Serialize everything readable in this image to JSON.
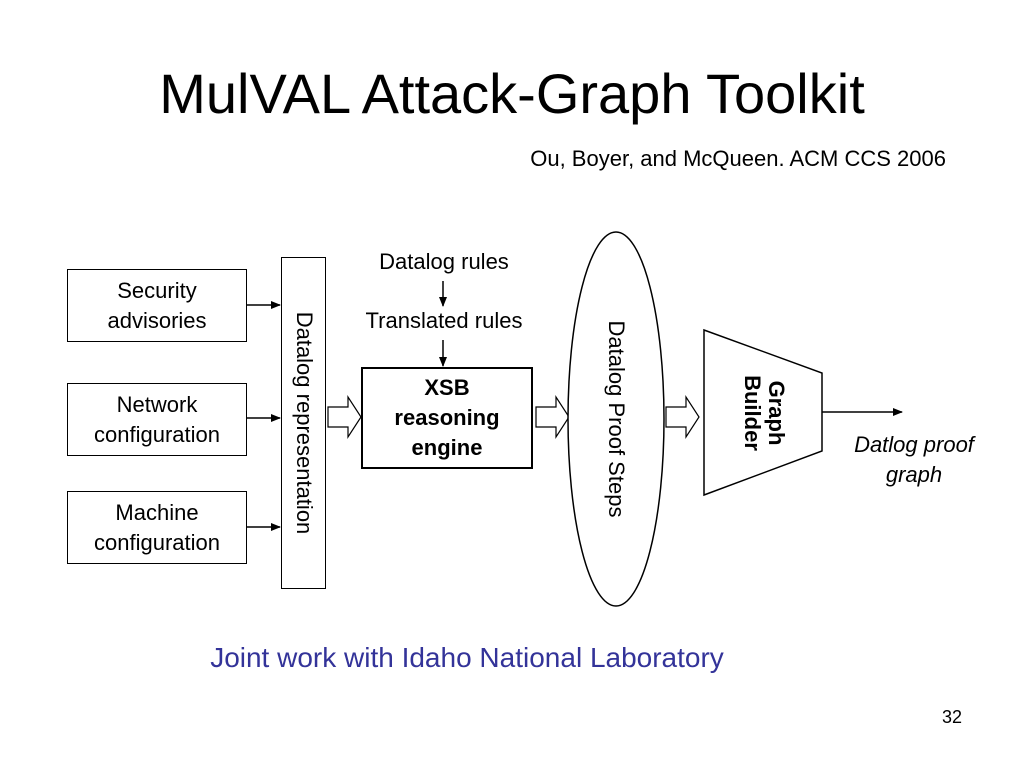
{
  "slide": {
    "title": "MulVAL Attack-Graph Toolkit",
    "citation": "Ou, Boyer, and McQueen. ACM CCS 2006",
    "footer_note": "Joint work with Idaho National Laboratory",
    "footer_color": "#333399",
    "page_number": "32"
  },
  "diagram": {
    "inputs": [
      {
        "label": "Security\nadvisories"
      },
      {
        "label": "Network\nconfiguration"
      },
      {
        "label": "Machine\nconfiguration"
      }
    ],
    "datalog_representation": "Datalog representation",
    "datalog_rules": "Datalog rules",
    "translated_rules": "Translated rules",
    "reasoning_engine": "XSB\nreasoning\nengine",
    "proof_steps": "Datalog Proof Steps",
    "graph_builder": "Graph\nBuilder",
    "output": "Datlog proof\ngraph"
  }
}
